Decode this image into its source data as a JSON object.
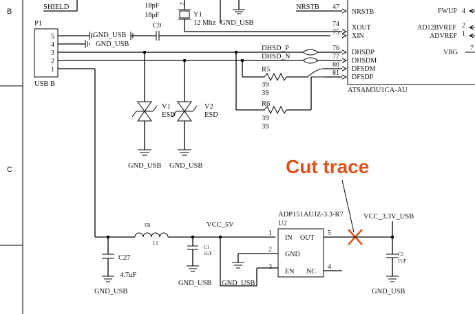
{
  "zones": [
    "B",
    "C"
  ],
  "connector": {
    "ref": "P1",
    "value": "USB B",
    "pins": [
      "5",
      "4",
      "3",
      "2",
      "1"
    ],
    "shield_net": "SHIELD"
  },
  "crystal": {
    "ref": "Y1",
    "freq": "12 Mhz",
    "pin": "2",
    "caps": [
      "18pF",
      "18pF"
    ],
    "cap_ref": "C9"
  },
  "mcu": {
    "ref": "ATSAM3U1CA-AU",
    "left_pins": [
      {
        "num": "47",
        "name": "NRSTB"
      },
      {
        "num": "74",
        "name": "XOUT"
      },
      {
        "num": "75",
        "name": "XIN"
      },
      {
        "num": "76",
        "name": "DHSDP"
      },
      {
        "num": "77",
        "name": "DHSDM"
      },
      {
        "num": "80",
        "name": "DFSDM"
      },
      {
        "num": "81",
        "name": "DFSDP"
      }
    ],
    "right_pins": [
      {
        "num": "4",
        "name": "FWUP"
      },
      {
        "num": "2",
        "name": "AD12BVREF"
      },
      {
        "num": "1",
        "name": "ADVREF"
      },
      {
        "num": "7",
        "name": "VBG"
      }
    ]
  },
  "nets": {
    "nrstb": "NRSTB",
    "dhsd_p": "DHSD_P",
    "dhsd_n": "DHSD_N",
    "gnd": "GND_USB",
    "vcc5": "VCC_5V",
    "vcc33": "VCC_3.3V_USB"
  },
  "resistors": [
    {
      "ref": "R5",
      "value": "39",
      "value2": "39"
    },
    {
      "ref": "R6",
      "value": "39",
      "value2": "39"
    }
  ],
  "esd": [
    {
      "ref": "V1",
      "value": "ESD"
    },
    {
      "ref": "V2",
      "value": "ESD"
    }
  ],
  "power": {
    "ferrite_ref": "FB",
    "ferrite_val": "L1",
    "c27_ref": "C27",
    "c27_val": "4.7uF",
    "c1_ref": "C1",
    "c1_val": "1UF",
    "c2_ref": "C2",
    "c2_val": "1UF"
  },
  "regulator": {
    "part": "ADP151AUJZ-3.3-R7",
    "ref": "U2",
    "pins": [
      {
        "num": "1",
        "name": "IN"
      },
      {
        "num": "2",
        "name": "GND"
      },
      {
        "num": "3",
        "name": "EN"
      },
      {
        "num": "5",
        "name": "OUT"
      },
      {
        "num": "4",
        "name": "NC"
      }
    ]
  },
  "annotation": {
    "text": "Cut trace",
    "color": "#d9541e"
  }
}
